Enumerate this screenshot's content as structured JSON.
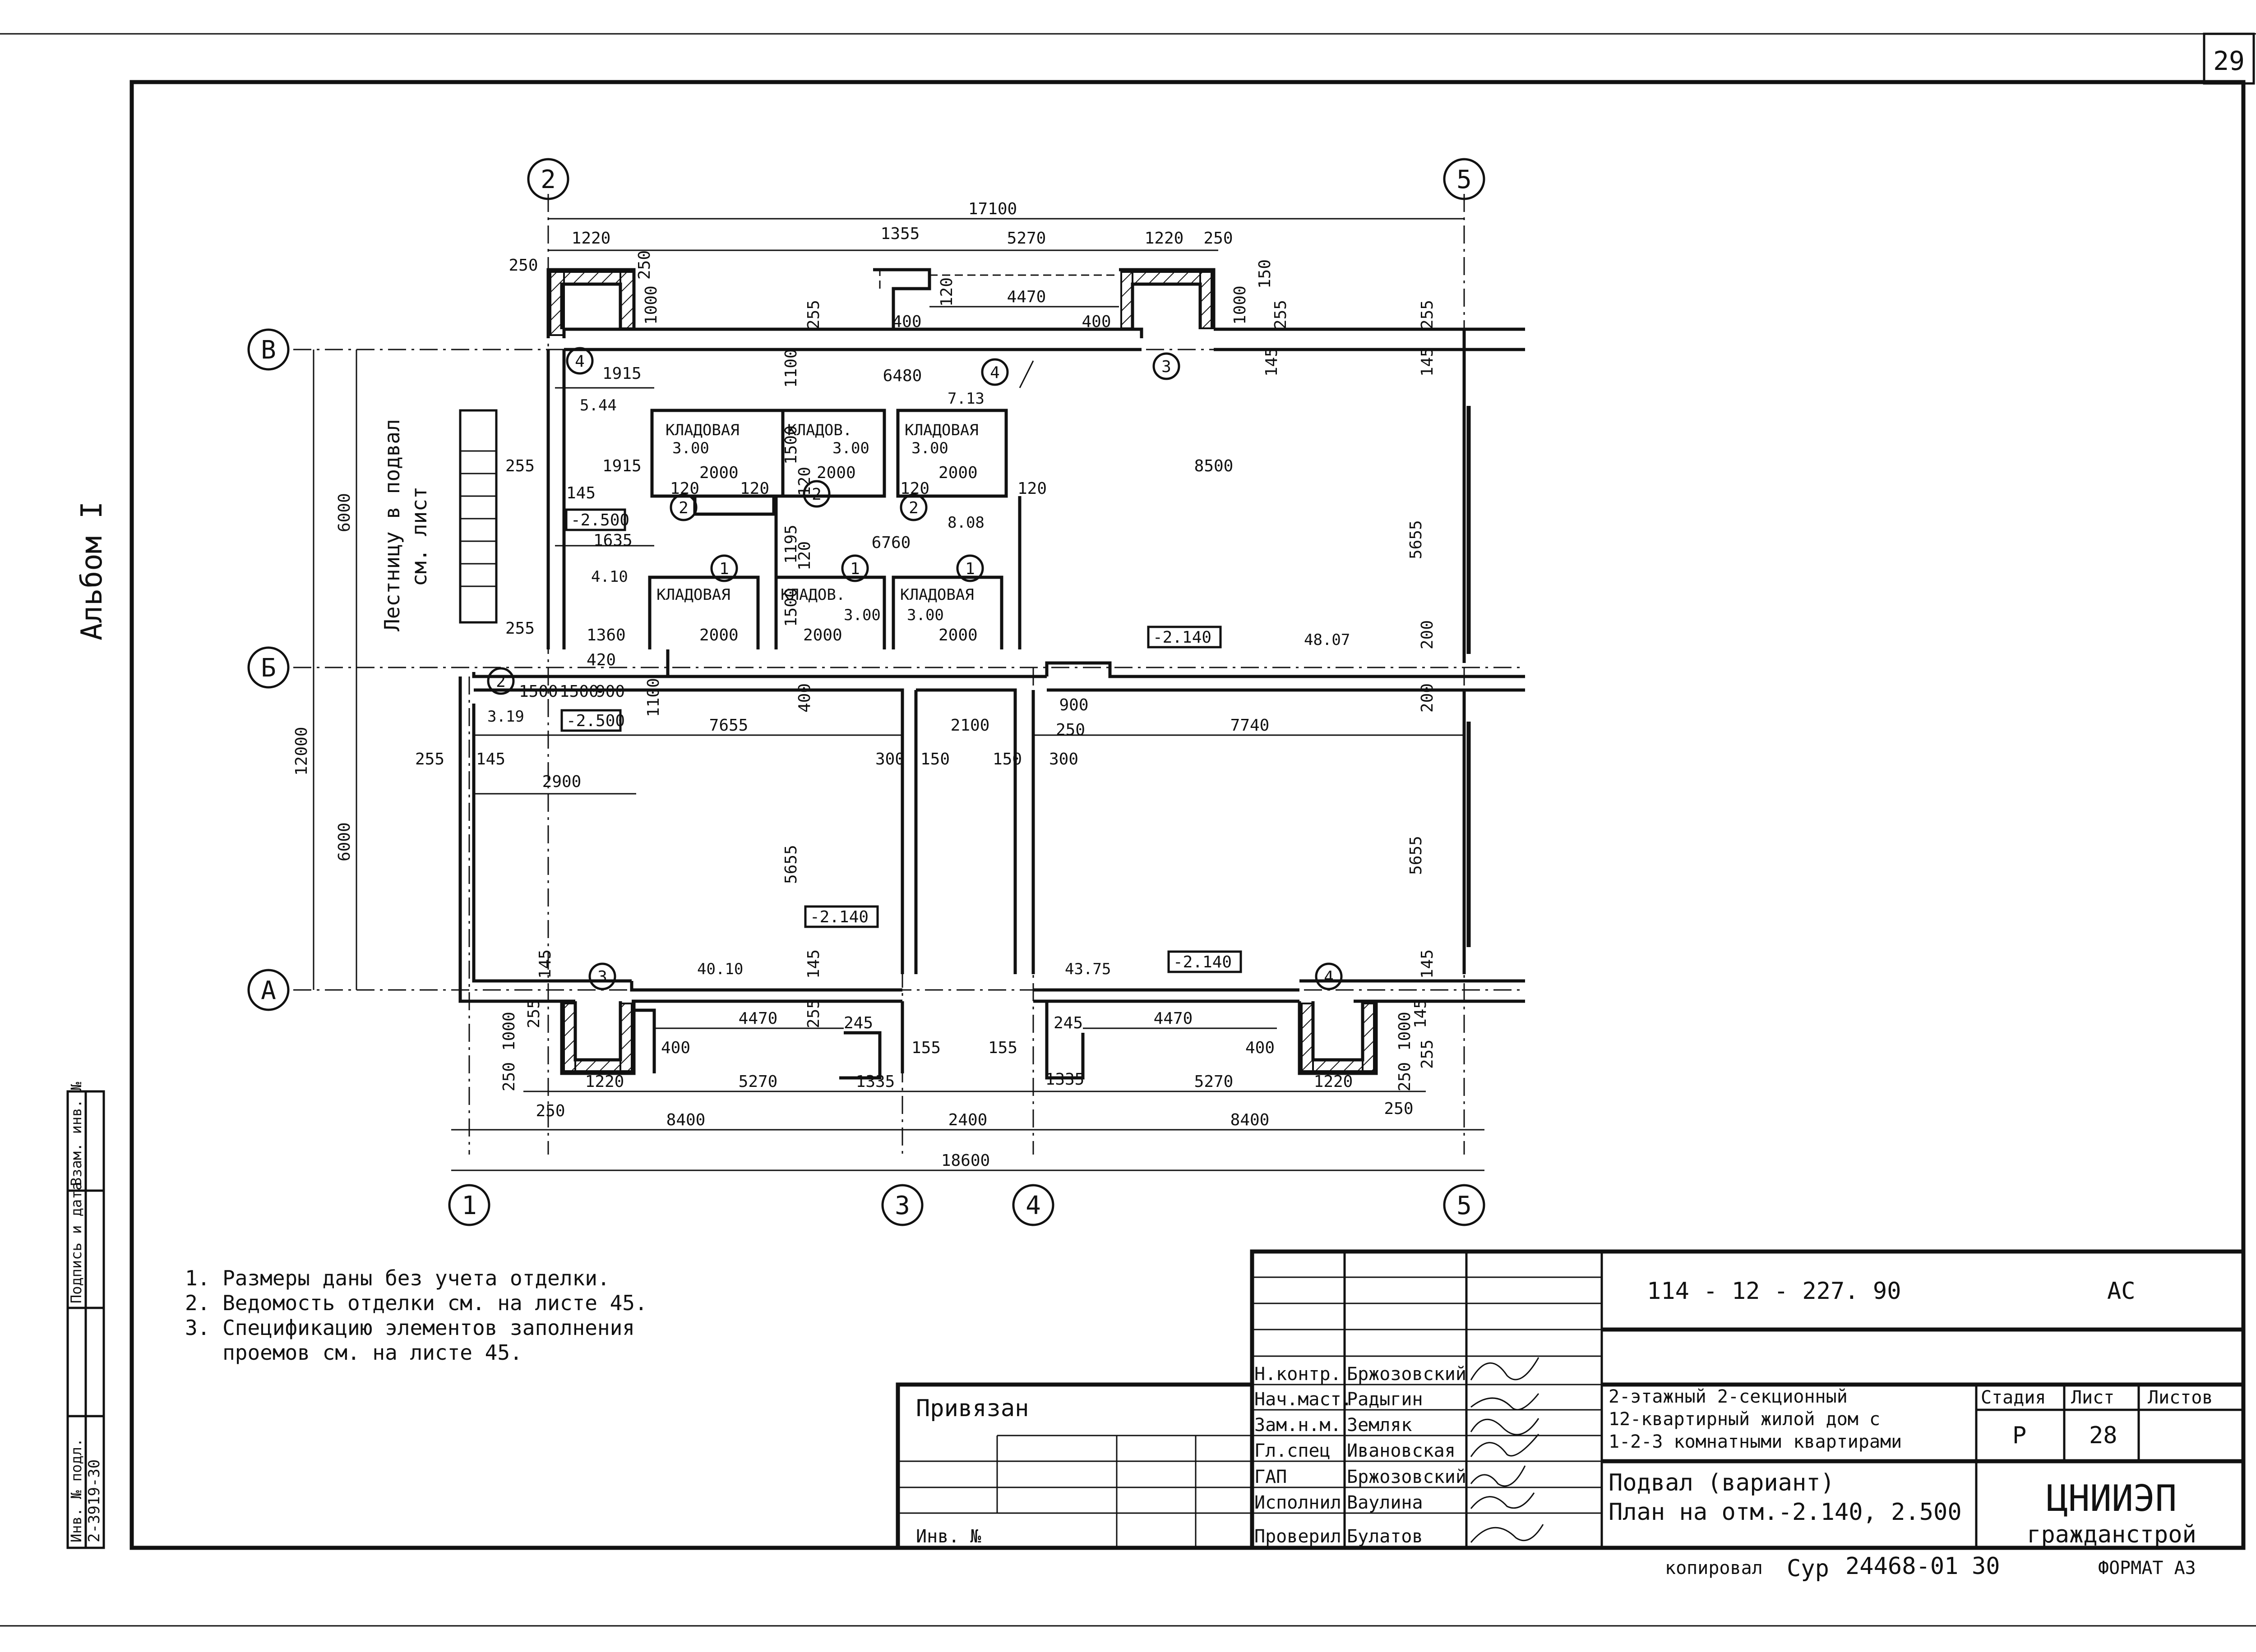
{
  "sheet": {
    "page_number": "29",
    "album_label": "Альбом I",
    "copy_label": "копировал",
    "copy_signature": "Сур",
    "order_number": "24468-01",
    "order_suffix": "30",
    "format_label": "ФОРМАТ А3"
  },
  "axes": {
    "col_2": "2",
    "col_5_top": "5",
    "col_1": "1",
    "col_3": "3",
    "col_4": "4",
    "col_5_bottom": "5",
    "row_V": "В",
    "row_B": "Б",
    "row_A": "А"
  },
  "dimensions": {
    "top_overall": "17100",
    "top_1220_left": "1220",
    "top_250_left": "250",
    "top_1355": "1355",
    "top_5270": "5270",
    "top_1220_right": "1220",
    "top_250_right": "250",
    "top_4470": "4470",
    "top_400_a": "400",
    "top_400_b": "400",
    "top_1000_left": "1000",
    "top_1000_right": "1000",
    "top_255_a": "255",
    "top_255_b": "255",
    "top_255_c": "255",
    "top_145_a": "145",
    "top_145_b": "145",
    "top_120": "120",
    "top_250_v": "250",
    "top_150": "150",
    "left_6000_top": "6000",
    "left_12000": "12000",
    "left_6000_bottom": "6000",
    "d_1915_a": "1915",
    "d_1915_b": "1915",
    "d_6480": "6480",
    "d_1100": "1100",
    "d_8500": "8500",
    "d_5655_right_top": "5655",
    "d_255_left": "255",
    "d_145_left": "145",
    "d_1635": "1635",
    "d_6760": "6760",
    "d_1195": "1195",
    "d_1360": "1360",
    "d_420": "420",
    "d_255_stair": "255",
    "d_1500_a": "1500",
    "d_1500_b": "1500",
    "d_900_a": "900",
    "d_1100_b": "1100",
    "d_7655": "7655",
    "d_2100": "2100",
    "d_900_b": "900",
    "d_250_mid": "250",
    "d_7740": "7740",
    "d_255_midleft": "255",
    "d_145_midleft": "145",
    "d_2900": "2900",
    "d_300_a": "300",
    "d_150_a": "150",
    "d_150_b": "150",
    "d_300_b": "300",
    "d_400_v": "400",
    "d_5655_mid": "5655",
    "d_5655_right_bottom": "5655",
    "d_200_a": "200",
    "d_200_b": "200",
    "d_145_r1": "145",
    "d_145_r2": "145",
    "d_2000_1": "2000",
    "d_2000_2": "2000",
    "d_2000_3": "2000",
    "d_2000_4": "2000",
    "d_2000_5": "2000",
    "d_2000_6": "2000",
    "d_120_1": "120",
    "d_120_2": "120",
    "d_120_3": "120",
    "d_120_4": "120",
    "d_1500_v1": "1500",
    "d_1500_v2": "1500",
    "d_120_v1": "120",
    "d_120_v2": "120",
    "bot_4470_l": "4470",
    "bot_4470_r": "4470",
    "bot_400_l": "400",
    "bot_400_r": "400",
    "bot_245_l": "245",
    "bot_245_r": "245",
    "bot_155_l": "155",
    "bot_155_r": "155",
    "bot_1000_l": "1000",
    "bot_1000_r": "1000",
    "bot_255_l": "255",
    "bot_255_r": "255",
    "bot_250_l": "250",
    "bot_250_r": "250",
    "bot_145_a": "145",
    "bot_145_b": "145",
    "bot_255_c": "255",
    "bot_1220_l": "1220",
    "bot_5270_l": "5270",
    "bot_1335_l": "1335",
    "bot_1335_r": "1335",
    "bot_5270_r": "5270",
    "bot_1220_r": "1220",
    "bot_250_ll": "250",
    "bot_250_rr": "250",
    "bot_8400_l": "8400",
    "bot_2400": "2400",
    "bot_8400_r": "8400",
    "bot_overall": "18600"
  },
  "rooms": {
    "storage_label": "КЛАДОВАЯ",
    "storage_short": "КЛАДОВ.",
    "area_3_00": "3.00",
    "area_5_44": "5.44",
    "area_7_13": "7.13",
    "area_8_08": "8.08",
    "area_4_10": "4.10",
    "area_3_19": "3.19",
    "area_48_07": "48.07",
    "area_40_10": "40.10",
    "area_43_75": "43.75"
  },
  "levels": {
    "lvl_2500_a": "-2.500",
    "lvl_2500_b": "-2.500",
    "lvl_2140_a": "-2.140",
    "lvl_2140_b": "-2.140",
    "lvl_2140_c": "-2.140"
  },
  "stair_note": {
    "line1": "Лестницу в подвал",
    "line2": "см. лист"
  },
  "markers": [
    "1",
    "2",
    "3",
    "4"
  ],
  "notes": [
    "1. Размеры даны без учета отделки.",
    "2. Ведомость отделки см. на листе 45.",
    "3. Спецификацию элементов заполнения",
    "   проемов см. на листе 45."
  ],
  "side_stamp": {
    "inv_podl": "Инв. № подл.",
    "podpis": "Подпись и дата",
    "vzam": "Взам. инв. №",
    "number": "2-3919-30"
  },
  "title_block": {
    "doc_code": "114 - 12 - 227. 90",
    "section_code": "АС",
    "attached_label": "Привязан",
    "inv_label": "Инв. №",
    "roles": [
      {
        "role": "Н.контр.",
        "name": "Бржозовский"
      },
      {
        "role": "Нач.маст.",
        "name": "Радыгин"
      },
      {
        "role": "Зам.н.м.",
        "name": "Земляк"
      },
      {
        "role": "Гл.спец",
        "name": "Ивановская"
      },
      {
        "role": "ГАП",
        "name": "Бржозовский"
      },
      {
        "role": "Исполнил",
        "name": "Ваулина"
      },
      {
        "role": "Проверил",
        "name": "Булатов"
      }
    ],
    "project_title_1": "2-этажный 2-секционный",
    "project_title_2": "12-квартирный жилой дом с",
    "project_title_3": "1-2-3 комнатными квартирами",
    "sheet_title_1": "Подвал (вариант)",
    "sheet_title_2": "План на отм.-2.140, 2.500",
    "stage_label": "Стадия",
    "sheet_label": "Лист",
    "sheets_label": "Листов",
    "stage_value": "Р",
    "sheet_value": "28",
    "org_1": "ЦНИИЭП",
    "org_2": "гражданстрой"
  }
}
